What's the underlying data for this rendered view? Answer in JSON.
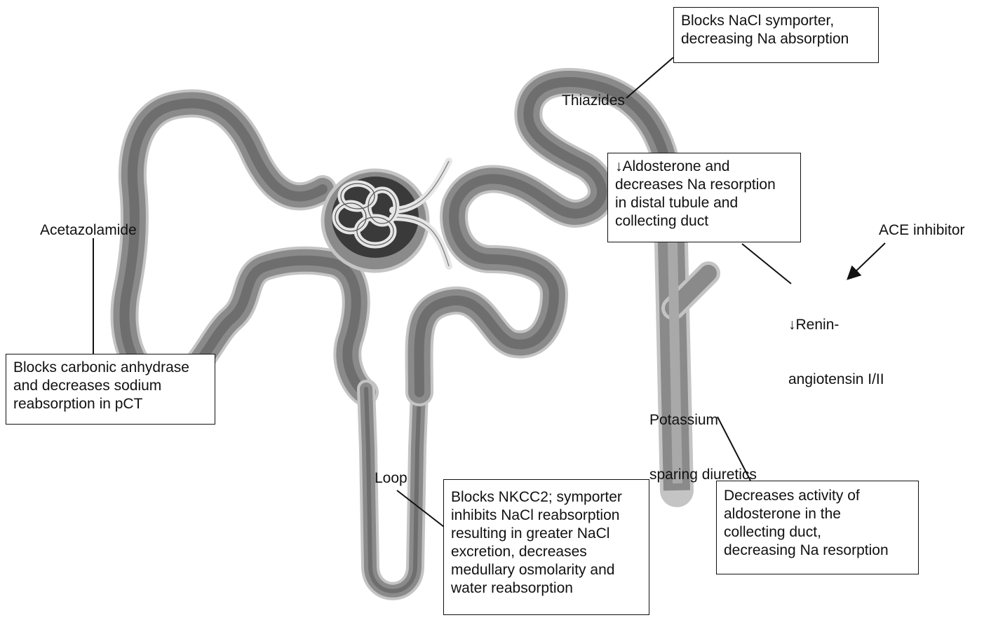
{
  "labels": {
    "acetazolamide": "Acetazolamide",
    "thiazides": "Thiazides",
    "loop": "Loop",
    "potassium_sparing": [
      "Potassium",
      "sparing diuretics"
    ],
    "ace_inhibitor": "ACE inhibitor",
    "renin": [
      "↓Renin-",
      "angiotensin I/II"
    ]
  },
  "boxes": {
    "acetazolamide": [
      "Blocks carbonic anhydrase",
      "and decreases sodium",
      "reabsorption in pCT"
    ],
    "thiazides": [
      "Blocks NaCl symporter,",
      "decreasing Na absorption"
    ],
    "aldosterone": [
      "↓Aldosterone and",
      "decreases Na resorption",
      "in distal tubule and",
      "collecting duct"
    ],
    "loop": [
      "Blocks NKCC2; symporter",
      "inhibits NaCl reabsorption",
      "resulting in greater NaCl",
      "excretion, decreases",
      "medullary osmolarity and",
      "water reabsorption"
    ],
    "potassium_sparing": [
      "Decreases activity of",
      "aldosterone in the",
      "collecting duct,",
      "decreasing Na resorption"
    ]
  },
  "colors": {
    "tubule_outer": "#8a8a8a",
    "tubule_inner": "#6e6e6e",
    "tubule_rim": "#c4c4c4",
    "capsule": "#3a3a3a",
    "vessel": "#e6e6e6",
    "line": "#111111"
  }
}
